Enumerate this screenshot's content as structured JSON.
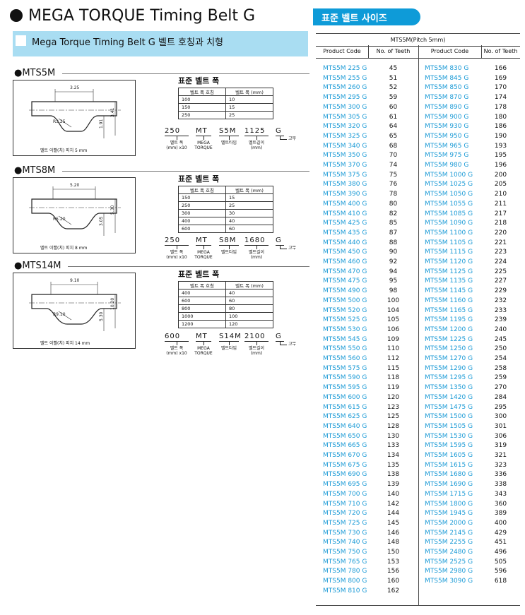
{
  "title": "MEGA TORQUE Timing Belt G",
  "subtitle": "Mega Torque Timing Belt G 벨트 호칭과 치형",
  "sections": [
    {
      "name": "●MTS5M",
      "dims": {
        "pitch": "3.25",
        "radius": "R3.25",
        "d1": "1.91",
        "d2": "3.41"
      },
      "caption": "벨트 이빨(치) 피치 5 mm",
      "table_title": "표준 벨트 폭",
      "table_headers": [
        "벨트 폭 호칭",
        "벨트 폭  (mm)"
      ],
      "table_rows": [
        [
          "100",
          "10"
        ],
        [
          "150",
          "15"
        ],
        [
          "250",
          "25"
        ]
      ],
      "code": {
        "width": "250",
        "mega": "MT",
        "type": "S5M",
        "length": "1125",
        "g": "G"
      },
      "code_labels": {
        "width": "벨트 폭\n(mm) x10",
        "mega": "MEGA\nTORQUE",
        "type": "벨트타입",
        "length": "벨트길이\n(mm)",
        "g": "고무"
      }
    },
    {
      "name": "●MTS8M",
      "dims": {
        "pitch": "5.20",
        "radius": "R5.20",
        "d1": "3.05",
        "d2": "5.30"
      },
      "caption": "벨트 이빨(치) 피치 8 mm",
      "table_title": "표준 벨트 폭",
      "table_headers": [
        "벨트 폭 호칭",
        "벨트 폭  (mm)"
      ],
      "table_rows": [
        [
          "150",
          "15"
        ],
        [
          "250",
          "25"
        ],
        [
          "300",
          "30"
        ],
        [
          "400",
          "40"
        ],
        [
          "600",
          "60"
        ]
      ],
      "code": {
        "width": "250",
        "mega": "MT",
        "type": "S8M",
        "length": "1680",
        "g": "G"
      },
      "code_labels": {
        "width": "벨트 폭\n(mm) x10",
        "mega": "MEGA\nTORQUE",
        "type": "벨트타입",
        "length": "벨트길이\n(mm)",
        "g": "고무"
      }
    },
    {
      "name": "●MTS14M",
      "dims": {
        "pitch": "9.10",
        "radius": "R9.10",
        "d1": "5.30",
        "d2": "10.20"
      },
      "caption": "벨트 이빨(치) 피치 14 mm",
      "table_title": "표준 벨트 폭",
      "table_headers": [
        "벨트 폭 호칭",
        "벨트 폭  (mm)"
      ],
      "table_rows": [
        [
          "400",
          "40"
        ],
        [
          "600",
          "60"
        ],
        [
          "800",
          "80"
        ],
        [
          "1000",
          "100"
        ],
        [
          "1200",
          "120"
        ]
      ],
      "code": {
        "width": "600",
        "mega": "MT",
        "type": "S14M",
        "length": "2100",
        "g": "G"
      },
      "code_labels": {
        "width": "벨트 폭\n(mm) x10",
        "mega": "MEGA\nTORQUE",
        "type": "벨트타입",
        "length": "벨트길이\n(mm)",
        "g": "고무"
      }
    }
  ],
  "size_panel": {
    "heading": "표준 벨트 사이즈",
    "table_title": "MTS5M(Pitch 5mm)",
    "headers": [
      "Product Code",
      "No. of Teeth",
      "Product Code",
      "No. of Teeth"
    ],
    "left": [
      [
        "MTS5M 225 G",
        "45"
      ],
      [
        "MTS5M 255 G",
        "51"
      ],
      [
        "MTS5M 260 G",
        "52"
      ],
      [
        "MTS5M 295 G",
        "59"
      ],
      [
        "MTS5M 300 G",
        "60"
      ],
      [
        "MTS5M 305 G",
        "61"
      ],
      [
        "MTS5M 320 G",
        "64"
      ],
      [
        "MTS5M 325 G",
        "65"
      ],
      [
        "MTS5M 340 G",
        "68"
      ],
      [
        "MTS5M 350 G",
        "70"
      ],
      [
        "MTS5M 370 G",
        "74"
      ],
      [
        "MTS5M 375 G",
        "75"
      ],
      [
        "MTS5M 380 G",
        "76"
      ],
      [
        "MTS5M 390 G",
        "78"
      ],
      [
        "MTS5M 400 G",
        "80"
      ],
      [
        "MTS5M 410 G",
        "82"
      ],
      [
        "MTS5M 425 G",
        "85"
      ],
      [
        "MTS5M 435 G",
        "87"
      ],
      [
        "MTS5M 440 G",
        "88"
      ],
      [
        "MTS5M 450 G",
        "90"
      ],
      [
        "MTS5M 460 G",
        "92"
      ],
      [
        "MTS5M 470 G",
        "94"
      ],
      [
        "MTS5M 475 G",
        "95"
      ],
      [
        "MTS5M 490 G",
        "98"
      ],
      [
        "MTS5M 500 G",
        "100"
      ],
      [
        "MTS5M 520 G",
        "104"
      ],
      [
        "MTS5M 525 G",
        "105"
      ],
      [
        "MTS5M 530 G",
        "106"
      ],
      [
        "MTS5M 545 G",
        "109"
      ],
      [
        "MTS5M 550 G",
        "110"
      ],
      [
        "MTS5M 560 G",
        "112"
      ],
      [
        "MTS5M 575 G",
        "115"
      ],
      [
        "MTS5M 590 G",
        "118"
      ],
      [
        "MTS5M 595 G",
        "119"
      ],
      [
        "MTS5M 600 G",
        "120"
      ],
      [
        "MTS5M 615 G",
        "123"
      ],
      [
        "MTS5M 625 G",
        "125"
      ],
      [
        "MTS5M 640 G",
        "128"
      ],
      [
        "MTS5M 650 G",
        "130"
      ],
      [
        "MTS5M 665 G",
        "133"
      ],
      [
        "MTS5M 670 G",
        "134"
      ],
      [
        "MTS5M 675 G",
        "135"
      ],
      [
        "MTS5M 690 G",
        "138"
      ],
      [
        "MTS5M 695 G",
        "139"
      ],
      [
        "MTS5M 700 G",
        "140"
      ],
      [
        "MTS5M 710 G",
        "142"
      ],
      [
        "MTS5M 720 G",
        "144"
      ],
      [
        "MTS5M 725 G",
        "145"
      ],
      [
        "MTS5M 730 G",
        "146"
      ],
      [
        "MTS5M 740 G",
        "148"
      ],
      [
        "MTS5M 750 G",
        "150"
      ],
      [
        "MTS5M 765 G",
        "153"
      ],
      [
        "MTS5M 780 G",
        "156"
      ],
      [
        "MTS5M 800 G",
        "160"
      ],
      [
        "MTS5M 810 G",
        "162"
      ]
    ],
    "right": [
      [
        "MTS5M 830 G",
        "166"
      ],
      [
        "MTS5M 845 G",
        "169"
      ],
      [
        "MTS5M 850 G",
        "170"
      ],
      [
        "MTS5M 870 G",
        "174"
      ],
      [
        "MTS5M 890 G",
        "178"
      ],
      [
        "MTS5M 900 G",
        "180"
      ],
      [
        "MTS5M 930 G",
        "186"
      ],
      [
        "MTS5M 950 G",
        "190"
      ],
      [
        "MTS5M 965 G",
        "193"
      ],
      [
        "MTS5M 975 G",
        "195"
      ],
      [
        "MTS5M 980 G",
        "196"
      ],
      [
        "MTS5M 1000 G",
        "200"
      ],
      [
        "MTS5M 1025 G",
        "205"
      ],
      [
        "MTS5M 1050 G",
        "210"
      ],
      [
        "MTS5M 1055 G",
        "211"
      ],
      [
        "MTS5M 1085 G",
        "217"
      ],
      [
        "MTS5M 1090 G",
        "218"
      ],
      [
        "MTS5M 1100 G",
        "220"
      ],
      [
        "MTS5M 1105 G",
        "221"
      ],
      [
        "MTS5M 1115 G",
        "223"
      ],
      [
        "MTS5M 1120 G",
        "224"
      ],
      [
        "MTS5M 1125 G",
        "225"
      ],
      [
        "MTS5M 1135 G",
        "227"
      ],
      [
        "MTS5M 1145 G",
        "229"
      ],
      [
        "MTS5M 1160 G",
        "232"
      ],
      [
        "MTS5M 1165 G",
        "233"
      ],
      [
        "MTS5M 1195 G",
        "239"
      ],
      [
        "MTS5M 1200 G",
        "240"
      ],
      [
        "MTS5M 1225 G",
        "245"
      ],
      [
        "MTS5M 1250 G",
        "250"
      ],
      [
        "MTS5M 1270 G",
        "254"
      ],
      [
        "MTS5M 1290 G",
        "258"
      ],
      [
        "MTS5M 1295 G",
        "259"
      ],
      [
        "MTS5M 1350 G",
        "270"
      ],
      [
        "MTS5M 1420 G",
        "284"
      ],
      [
        "MTS5M 1475 G",
        "295"
      ],
      [
        "MTS5M 1500 G",
        "300"
      ],
      [
        "MTS5M 1505 G",
        "301"
      ],
      [
        "MTS5M 1530 G",
        "306"
      ],
      [
        "MTS5M 1595 G",
        "319"
      ],
      [
        "MTS5M 1605 G",
        "321"
      ],
      [
        "MTS5M 1615 G",
        "323"
      ],
      [
        "MTS5M 1680 G",
        "336"
      ],
      [
        "MTS5M 1690 G",
        "338"
      ],
      [
        "MTS5M 1715 G",
        "343"
      ],
      [
        "MTS5M 1800 G",
        "360"
      ],
      [
        "MTS5M 1945 G",
        "389"
      ],
      [
        "MTS5M 2000 G",
        "400"
      ],
      [
        "MTS5M 2145 G",
        "429"
      ],
      [
        "MTS5M 2255 G",
        "451"
      ],
      [
        "MTS5M 2480 G",
        "496"
      ],
      [
        "MTS5M 2525 G",
        "505"
      ],
      [
        "MTS5M 2980 G",
        "596"
      ],
      [
        "MTS5M 3090 G",
        "618"
      ]
    ]
  },
  "colors": {
    "accent": "#0e9bd8",
    "subbar": "#a9ddf2",
    "code_text": "#1a9ad6"
  }
}
